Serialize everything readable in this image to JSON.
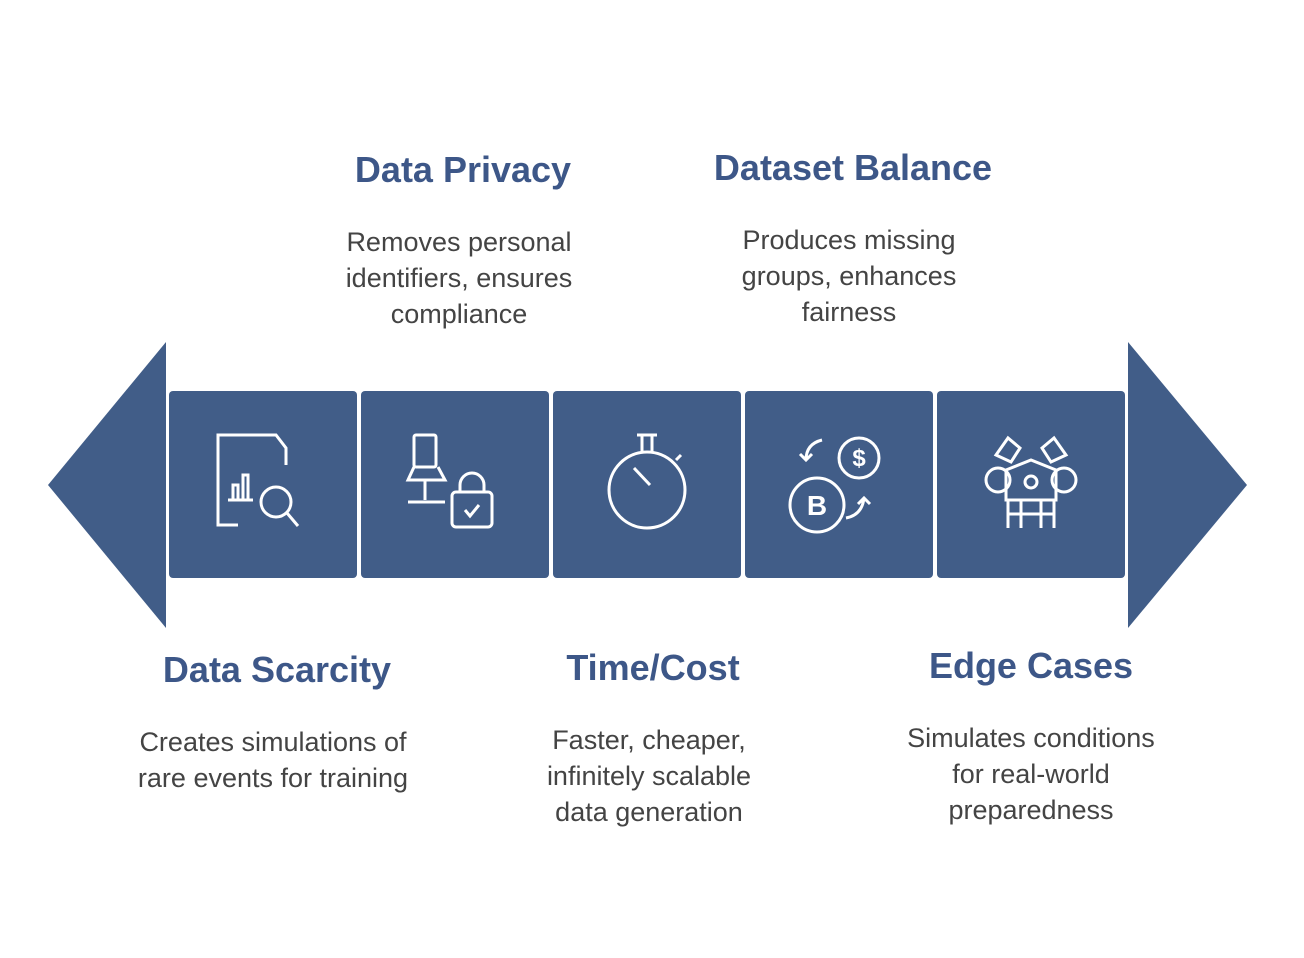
{
  "colors": {
    "accent": "#415D88",
    "title": "#3D5788",
    "text": "#444444"
  },
  "items": [
    {
      "title": "Data Scarcity",
      "description": "Creates simulations of rare events for training",
      "icon": "chart-search-icon"
    },
    {
      "title": "Data Privacy",
      "description": "Removes personal identifiers, ensures compliance",
      "icon": "computer-lock-icon"
    },
    {
      "title": "Time/Cost",
      "description": "Faster, cheaper, infinitely scalable data generation",
      "icon": "stopwatch-icon"
    },
    {
      "title": "Dataset Balance",
      "description": "Produces missing groups, enhances fairness",
      "icon": "currency-exchange-icon"
    },
    {
      "title": "Edge Cases",
      "description": "Simulates conditions for real-world preparedness",
      "icon": "engine-icon"
    }
  ]
}
